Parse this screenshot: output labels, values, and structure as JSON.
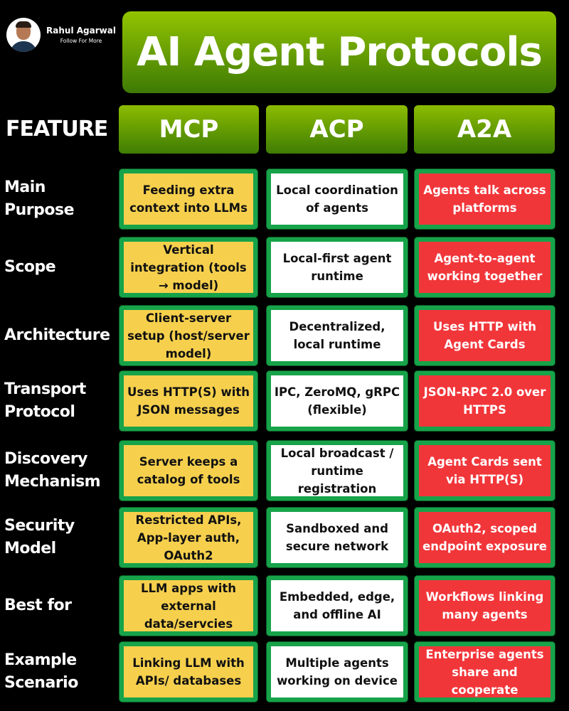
{
  "author": {
    "name": "Rahul Agarwal",
    "tagline": "Follow For More"
  },
  "title": "AI Agent Protocols",
  "header": {
    "feature_label": "FEATURE",
    "columns": [
      "MCP",
      "ACP",
      "A2A"
    ]
  },
  "colors": {
    "mcp": "#f6d04d",
    "acp": "#ffffff",
    "a2a": "#f1363a",
    "border": "#17a34a",
    "header_green": "#6aa300"
  },
  "rows": [
    {
      "feature": "Main Purpose",
      "mcp": "Feeding extra context into LLMs",
      "acp": "Local coordination of agents",
      "a2a": "Agents talk across platforms"
    },
    {
      "feature": "Scope",
      "mcp": "Vertical integration (tools → model)",
      "acp": "Local-first agent runtime",
      "a2a": "Agent-to-agent working together"
    },
    {
      "feature": "Architecture",
      "mcp": "Client-server setup (host/server model)",
      "acp": "Decentralized, local runtime",
      "a2a": "Uses HTTP with Agent Cards"
    },
    {
      "feature": "Transport Protocol",
      "mcp": "Uses HTTP(S) with JSON messages",
      "acp": "IPC, ZeroMQ, gRPC (flexible)",
      "a2a": "JSON-RPC 2.0 over HTTPS"
    },
    {
      "feature": "Discovery Mechanism",
      "mcp": "Server keeps a catalog of tools",
      "acp": "Local broadcast / runtime registration",
      "a2a": "Agent Cards sent via HTTP(S)"
    },
    {
      "feature": "Security Model",
      "mcp": "Restricted APIs, App-layer auth, OAuth2",
      "acp": "Sandboxed and secure network",
      "a2a": "OAuth2, scoped endpoint exposure"
    },
    {
      "feature": "Best for",
      "mcp": "LLM apps with external data/servcies",
      "acp": "Embedded, edge, and offline AI",
      "a2a": "Workflows linking many agents"
    },
    {
      "feature": "Example Scenario",
      "mcp": "Linking LLM with APIs/ databases",
      "acp": "Multiple agents working on device",
      "a2a": "Enterprise agents share and cooperate"
    }
  ]
}
